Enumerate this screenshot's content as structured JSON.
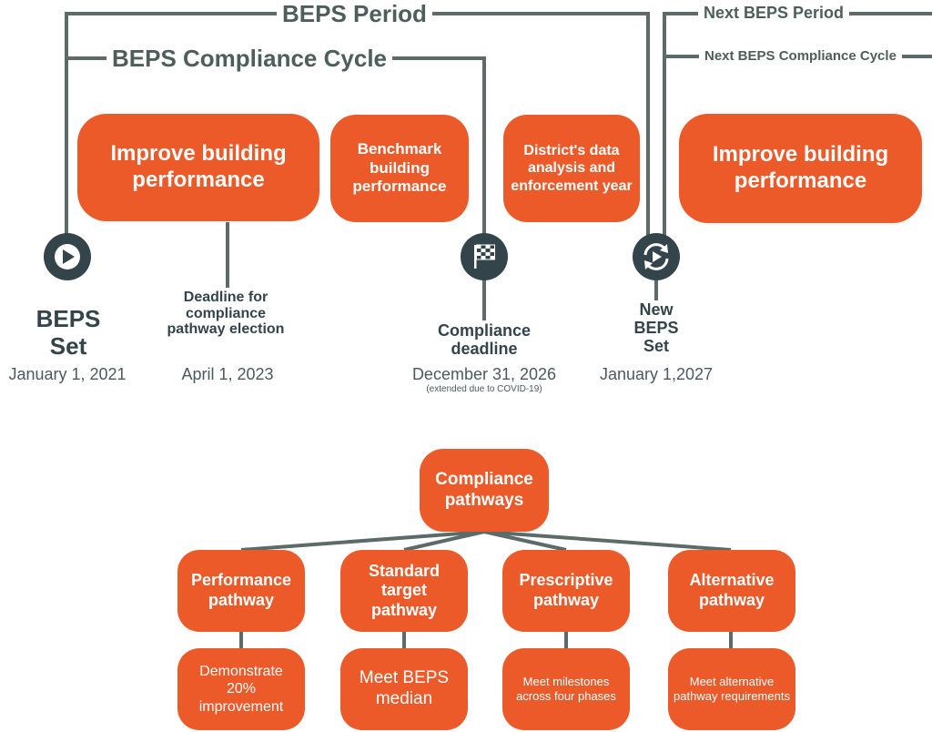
{
  "timeline": {
    "beps_period": "BEPS Period",
    "beps_compliance_cycle": "BEPS Compliance Cycle",
    "next_beps_period": "Next BEPS Period",
    "next_compliance_cycle": "Next BEPS Compliance Cycle"
  },
  "phases": {
    "improve_1": "Improve building performance",
    "benchmark": "Benchmark building performance",
    "district": "District's data analysis and enforcement year",
    "improve_2": "Improve building performance"
  },
  "milestones": {
    "beps_set": {
      "label": "BEPS Set",
      "date": "January 1, 2021"
    },
    "deadline_election": {
      "label": "Deadline for compliance pathway election",
      "date": "April 1, 2023"
    },
    "compliance_deadline": {
      "label": "Compliance deadline",
      "date": "December 31, 2026",
      "note": "(extended due to COVID-19)"
    },
    "new_beps_set": {
      "label": "New BEPS Set",
      "date": "January 1,2027"
    }
  },
  "pathways": {
    "root": "Compliance pathways",
    "items": [
      {
        "name": "Performance pathway",
        "detail": "Demonstrate 20% improvement"
      },
      {
        "name": "Standard target pathway",
        "detail": "Meet BEPS median"
      },
      {
        "name": "Prescriptive pathway",
        "detail": "Meet milestones across four phases"
      },
      {
        "name": "Alternative pathway",
        "detail": "Meet alternative pathway requirements"
      }
    ]
  },
  "colors": {
    "orange": "#ec5a2a",
    "line": "#5d6b68",
    "icon": "#33454a"
  }
}
